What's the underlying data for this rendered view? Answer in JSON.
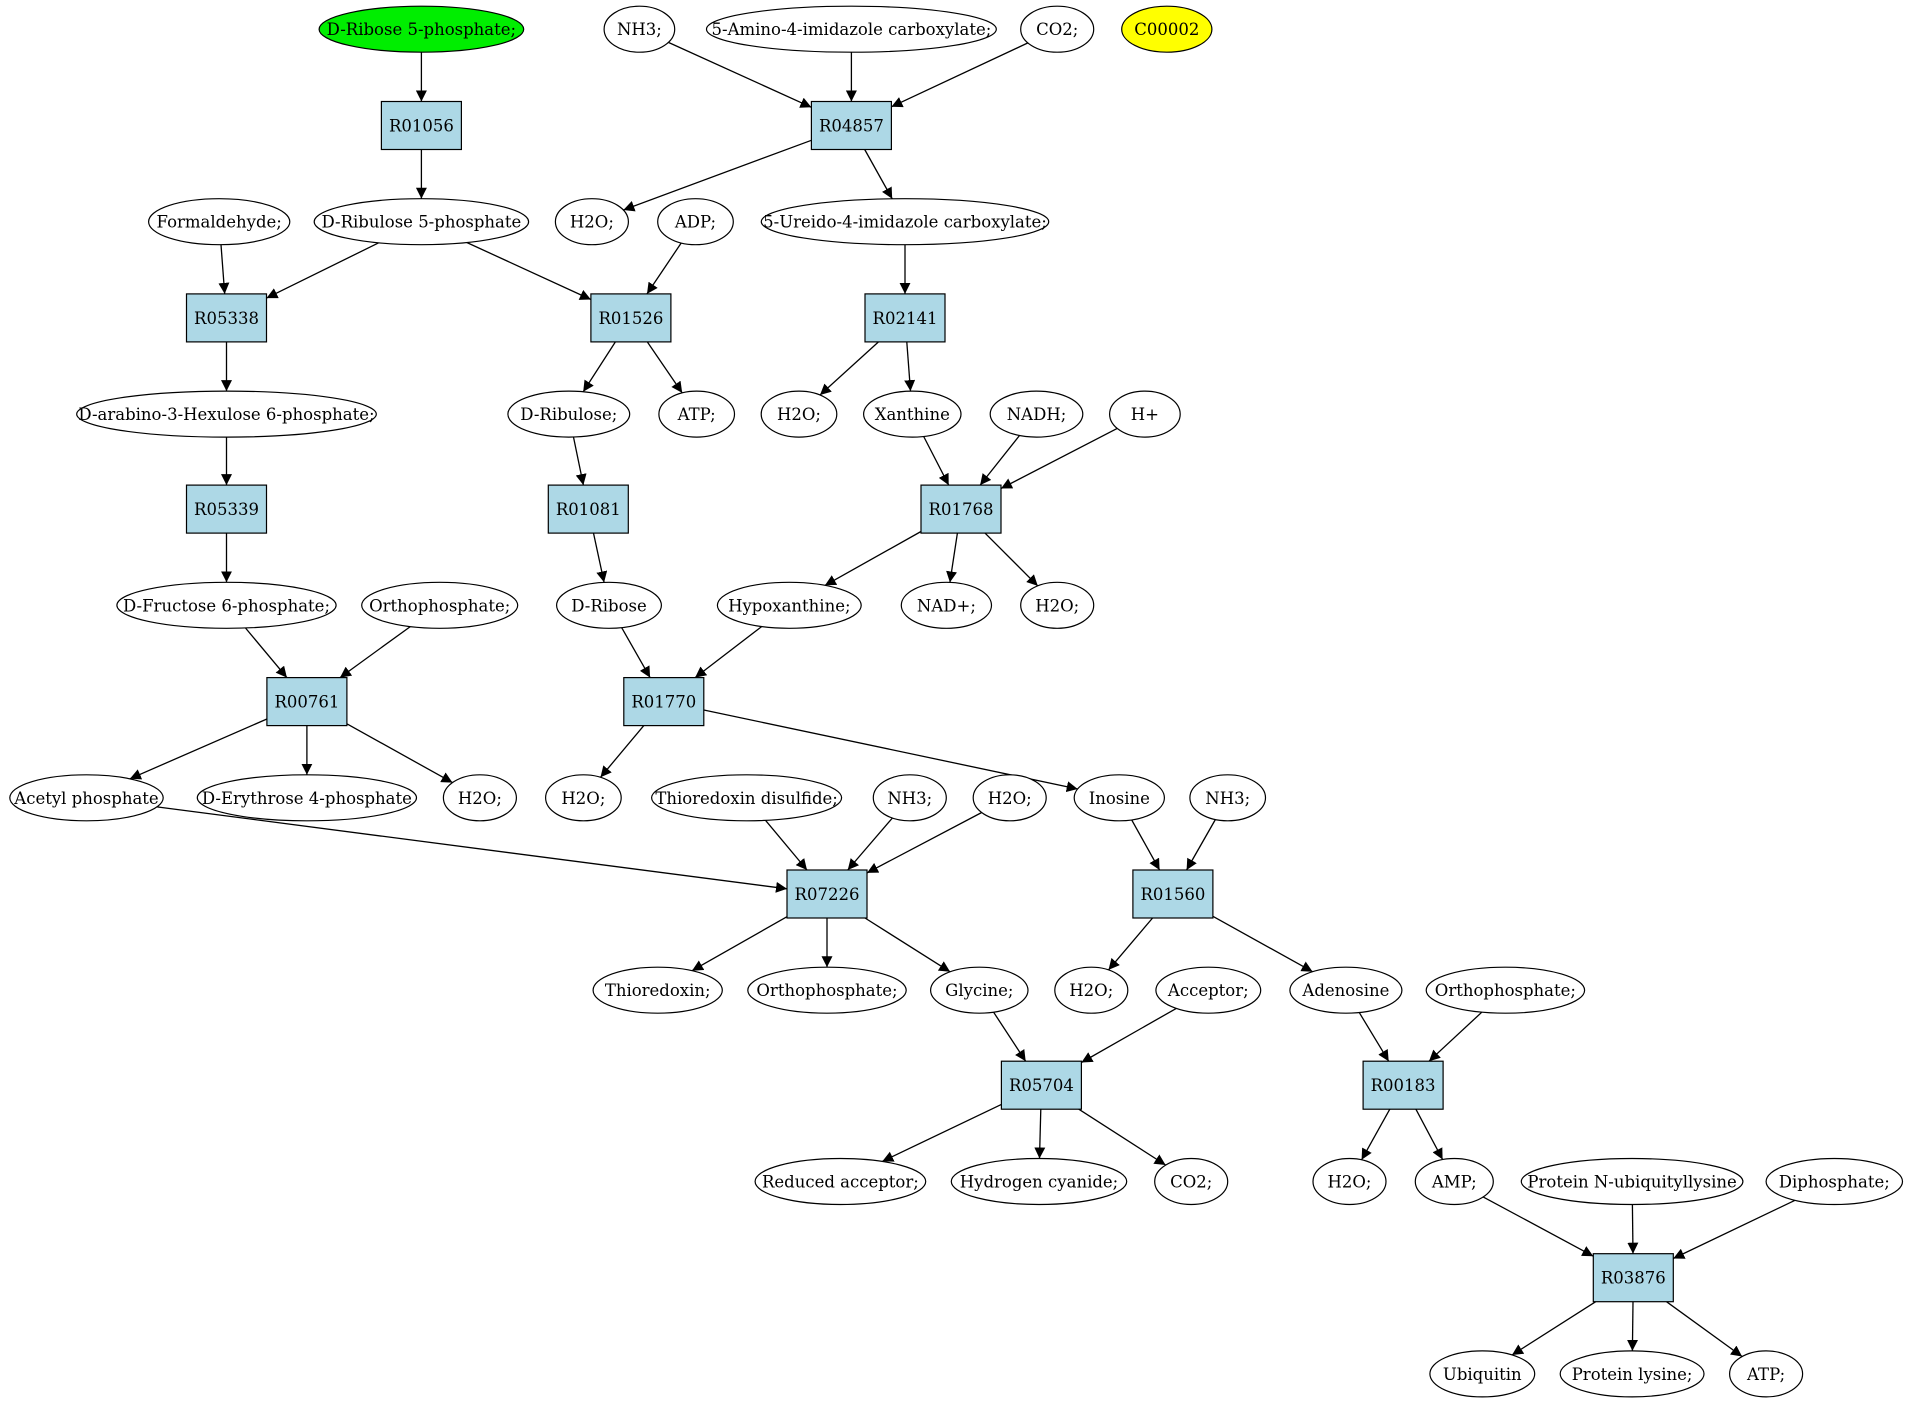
{
  "colors": {
    "start_compound": "#00ee00",
    "highlight_compound": "#ffff00",
    "compound": "#ffffff",
    "reaction": "#add8e6",
    "edge": "#000000"
  },
  "nodes": {
    "dr5p": {
      "label": "D-Ribose 5-phosphate;",
      "kind": "compound",
      "fill": "start_compound"
    },
    "nh3_a": {
      "label": "NH3;",
      "kind": "compound"
    },
    "aica": {
      "label": "5-Amino-4-imidazole carboxylate;",
      "kind": "compound"
    },
    "co2_a": {
      "label": "CO2;",
      "kind": "compound"
    },
    "c00002": {
      "label": "C00002",
      "kind": "compound",
      "fill": "highlight_compound"
    },
    "r01056": {
      "label": "R01056",
      "kind": "reaction"
    },
    "r04857": {
      "label": "R04857",
      "kind": "reaction"
    },
    "formaldehyde": {
      "label": "Formaldehyde;",
      "kind": "compound"
    },
    "dru5p": {
      "label": "D-Ribulose 5-phosphate",
      "kind": "compound"
    },
    "h2o_a": {
      "label": "H2O;",
      "kind": "compound"
    },
    "adp": {
      "label": "ADP;",
      "kind": "compound"
    },
    "uica": {
      "label": "5-Ureido-4-imidazole carboxylate;",
      "kind": "compound"
    },
    "r05338": {
      "label": "R05338",
      "kind": "reaction"
    },
    "r01526": {
      "label": "R01526",
      "kind": "reaction"
    },
    "r02141": {
      "label": "R02141",
      "kind": "reaction"
    },
    "dah6p": {
      "label": "D-arabino-3-Hexulose 6-phosphate;",
      "kind": "compound"
    },
    "dribulose": {
      "label": "D-Ribulose;",
      "kind": "compound"
    },
    "atp_a": {
      "label": "ATP;",
      "kind": "compound"
    },
    "h2o_b": {
      "label": "H2O;",
      "kind": "compound"
    },
    "xanthine": {
      "label": "Xanthine",
      "kind": "compound"
    },
    "nadh": {
      "label": "NADH;",
      "kind": "compound"
    },
    "hplus": {
      "label": "H+",
      "kind": "compound"
    },
    "r05339": {
      "label": "R05339",
      "kind": "reaction"
    },
    "r01081": {
      "label": "R01081",
      "kind": "reaction"
    },
    "r01768": {
      "label": "R01768",
      "kind": "reaction"
    },
    "df6p": {
      "label": "D-Fructose 6-phosphate;",
      "kind": "compound"
    },
    "ortho_a": {
      "label": "Orthophosphate;",
      "kind": "compound"
    },
    "dribose": {
      "label": "D-Ribose",
      "kind": "compound"
    },
    "hypoxanthine": {
      "label": "Hypoxanthine;",
      "kind": "compound"
    },
    "nadplus": {
      "label": "NAD+;",
      "kind": "compound"
    },
    "h2o_c": {
      "label": "H2O;",
      "kind": "compound"
    },
    "r00761": {
      "label": "R00761",
      "kind": "reaction"
    },
    "r01770": {
      "label": "R01770",
      "kind": "reaction"
    },
    "acetylp": {
      "label": "Acetyl phosphate",
      "kind": "compound"
    },
    "de4p": {
      "label": "D-Erythrose 4-phosphate",
      "kind": "compound"
    },
    "h2o_d": {
      "label": "H2O;",
      "kind": "compound"
    },
    "h2o_e": {
      "label": "H2O;",
      "kind": "compound"
    },
    "trxds": {
      "label": "Thioredoxin disulfide;",
      "kind": "compound"
    },
    "nh3_b": {
      "label": "NH3;",
      "kind": "compound"
    },
    "h2o_f": {
      "label": "H2O;",
      "kind": "compound"
    },
    "inosine": {
      "label": "Inosine",
      "kind": "compound"
    },
    "nh3_c": {
      "label": "NH3;",
      "kind": "compound"
    },
    "r07226": {
      "label": "R07226",
      "kind": "reaction"
    },
    "r01560": {
      "label": "R01560",
      "kind": "reaction"
    },
    "thioredoxin": {
      "label": "Thioredoxin;",
      "kind": "compound"
    },
    "ortho_b": {
      "label": "Orthophosphate;",
      "kind": "compound"
    },
    "glycine": {
      "label": "Glycine;",
      "kind": "compound"
    },
    "h2o_g": {
      "label": "H2O;",
      "kind": "compound"
    },
    "acceptor": {
      "label": "Acceptor;",
      "kind": "compound"
    },
    "adenosine": {
      "label": "Adenosine",
      "kind": "compound"
    },
    "ortho_c": {
      "label": "Orthophosphate;",
      "kind": "compound"
    },
    "r05704": {
      "label": "R05704",
      "kind": "reaction"
    },
    "r00183": {
      "label": "R00183",
      "kind": "reaction"
    },
    "redacc": {
      "label": "Reduced acceptor;",
      "kind": "compound"
    },
    "hcn": {
      "label": "Hydrogen cyanide;",
      "kind": "compound"
    },
    "co2_b": {
      "label": "CO2;",
      "kind": "compound"
    },
    "h2o_h": {
      "label": "H2O;",
      "kind": "compound"
    },
    "amp": {
      "label": "AMP;",
      "kind": "compound"
    },
    "pnubl": {
      "label": "Protein N-ubiquityllysine",
      "kind": "compound"
    },
    "diphosphate": {
      "label": "Diphosphate;",
      "kind": "compound"
    },
    "r03876": {
      "label": "R03876",
      "kind": "reaction"
    },
    "ubiquitin": {
      "label": "Ubiquitin",
      "kind": "compound"
    },
    "plysine": {
      "label": "Protein lysine;",
      "kind": "compound"
    },
    "atp_b": {
      "label": "ATP;",
      "kind": "compound"
    }
  },
  "edges": [
    [
      "dr5p",
      "r01056"
    ],
    [
      "r01056",
      "dru5p"
    ],
    [
      "nh3_a",
      "r04857"
    ],
    [
      "aica",
      "r04857"
    ],
    [
      "co2_a",
      "r04857"
    ],
    [
      "r04857",
      "h2o_a"
    ],
    [
      "r04857",
      "uica"
    ],
    [
      "formaldehyde",
      "r05338"
    ],
    [
      "dru5p",
      "r05338"
    ],
    [
      "dru5p",
      "r01526"
    ],
    [
      "adp",
      "r01526"
    ],
    [
      "uica",
      "r02141"
    ],
    [
      "r05338",
      "dah6p"
    ],
    [
      "r01526",
      "dribulose"
    ],
    [
      "r01526",
      "atp_a"
    ],
    [
      "r02141",
      "h2o_b"
    ],
    [
      "r02141",
      "xanthine"
    ],
    [
      "dah6p",
      "r05339"
    ],
    [
      "dribulose",
      "r01081"
    ],
    [
      "xanthine",
      "r01768"
    ],
    [
      "nadh",
      "r01768"
    ],
    [
      "hplus",
      "r01768"
    ],
    [
      "r05339",
      "df6p"
    ],
    [
      "r01081",
      "dribose"
    ],
    [
      "r01768",
      "hypoxanthine"
    ],
    [
      "r01768",
      "nadplus"
    ],
    [
      "r01768",
      "h2o_c"
    ],
    [
      "df6p",
      "r00761"
    ],
    [
      "ortho_a",
      "r00761"
    ],
    [
      "dribose",
      "r01770"
    ],
    [
      "hypoxanthine",
      "r01770"
    ],
    [
      "r00761",
      "acetylp"
    ],
    [
      "r00761",
      "de4p"
    ],
    [
      "r00761",
      "h2o_d"
    ],
    [
      "r01770",
      "h2o_e"
    ],
    [
      "r01770",
      "inosine"
    ],
    [
      "acetylp",
      "r07226"
    ],
    [
      "trxds",
      "r07226"
    ],
    [
      "nh3_b",
      "r07226"
    ],
    [
      "h2o_f",
      "r07226"
    ],
    [
      "inosine",
      "r01560"
    ],
    [
      "nh3_c",
      "r01560"
    ],
    [
      "r07226",
      "thioredoxin"
    ],
    [
      "r07226",
      "ortho_b"
    ],
    [
      "r07226",
      "glycine"
    ],
    [
      "r01560",
      "h2o_g"
    ],
    [
      "r01560",
      "adenosine"
    ],
    [
      "glycine",
      "r05704"
    ],
    [
      "acceptor",
      "r05704"
    ],
    [
      "adenosine",
      "r00183"
    ],
    [
      "ortho_c",
      "r00183"
    ],
    [
      "r05704",
      "redacc"
    ],
    [
      "r05704",
      "hcn"
    ],
    [
      "r05704",
      "co2_b"
    ],
    [
      "r00183",
      "h2o_h"
    ],
    [
      "r00183",
      "amp"
    ],
    [
      "amp",
      "r03876"
    ],
    [
      "pnubl",
      "r03876"
    ],
    [
      "diphosphate",
      "r03876"
    ],
    [
      "r03876",
      "ubiquitin"
    ],
    [
      "r03876",
      "plysine"
    ],
    [
      "r03876",
      "atp_b"
    ]
  ]
}
